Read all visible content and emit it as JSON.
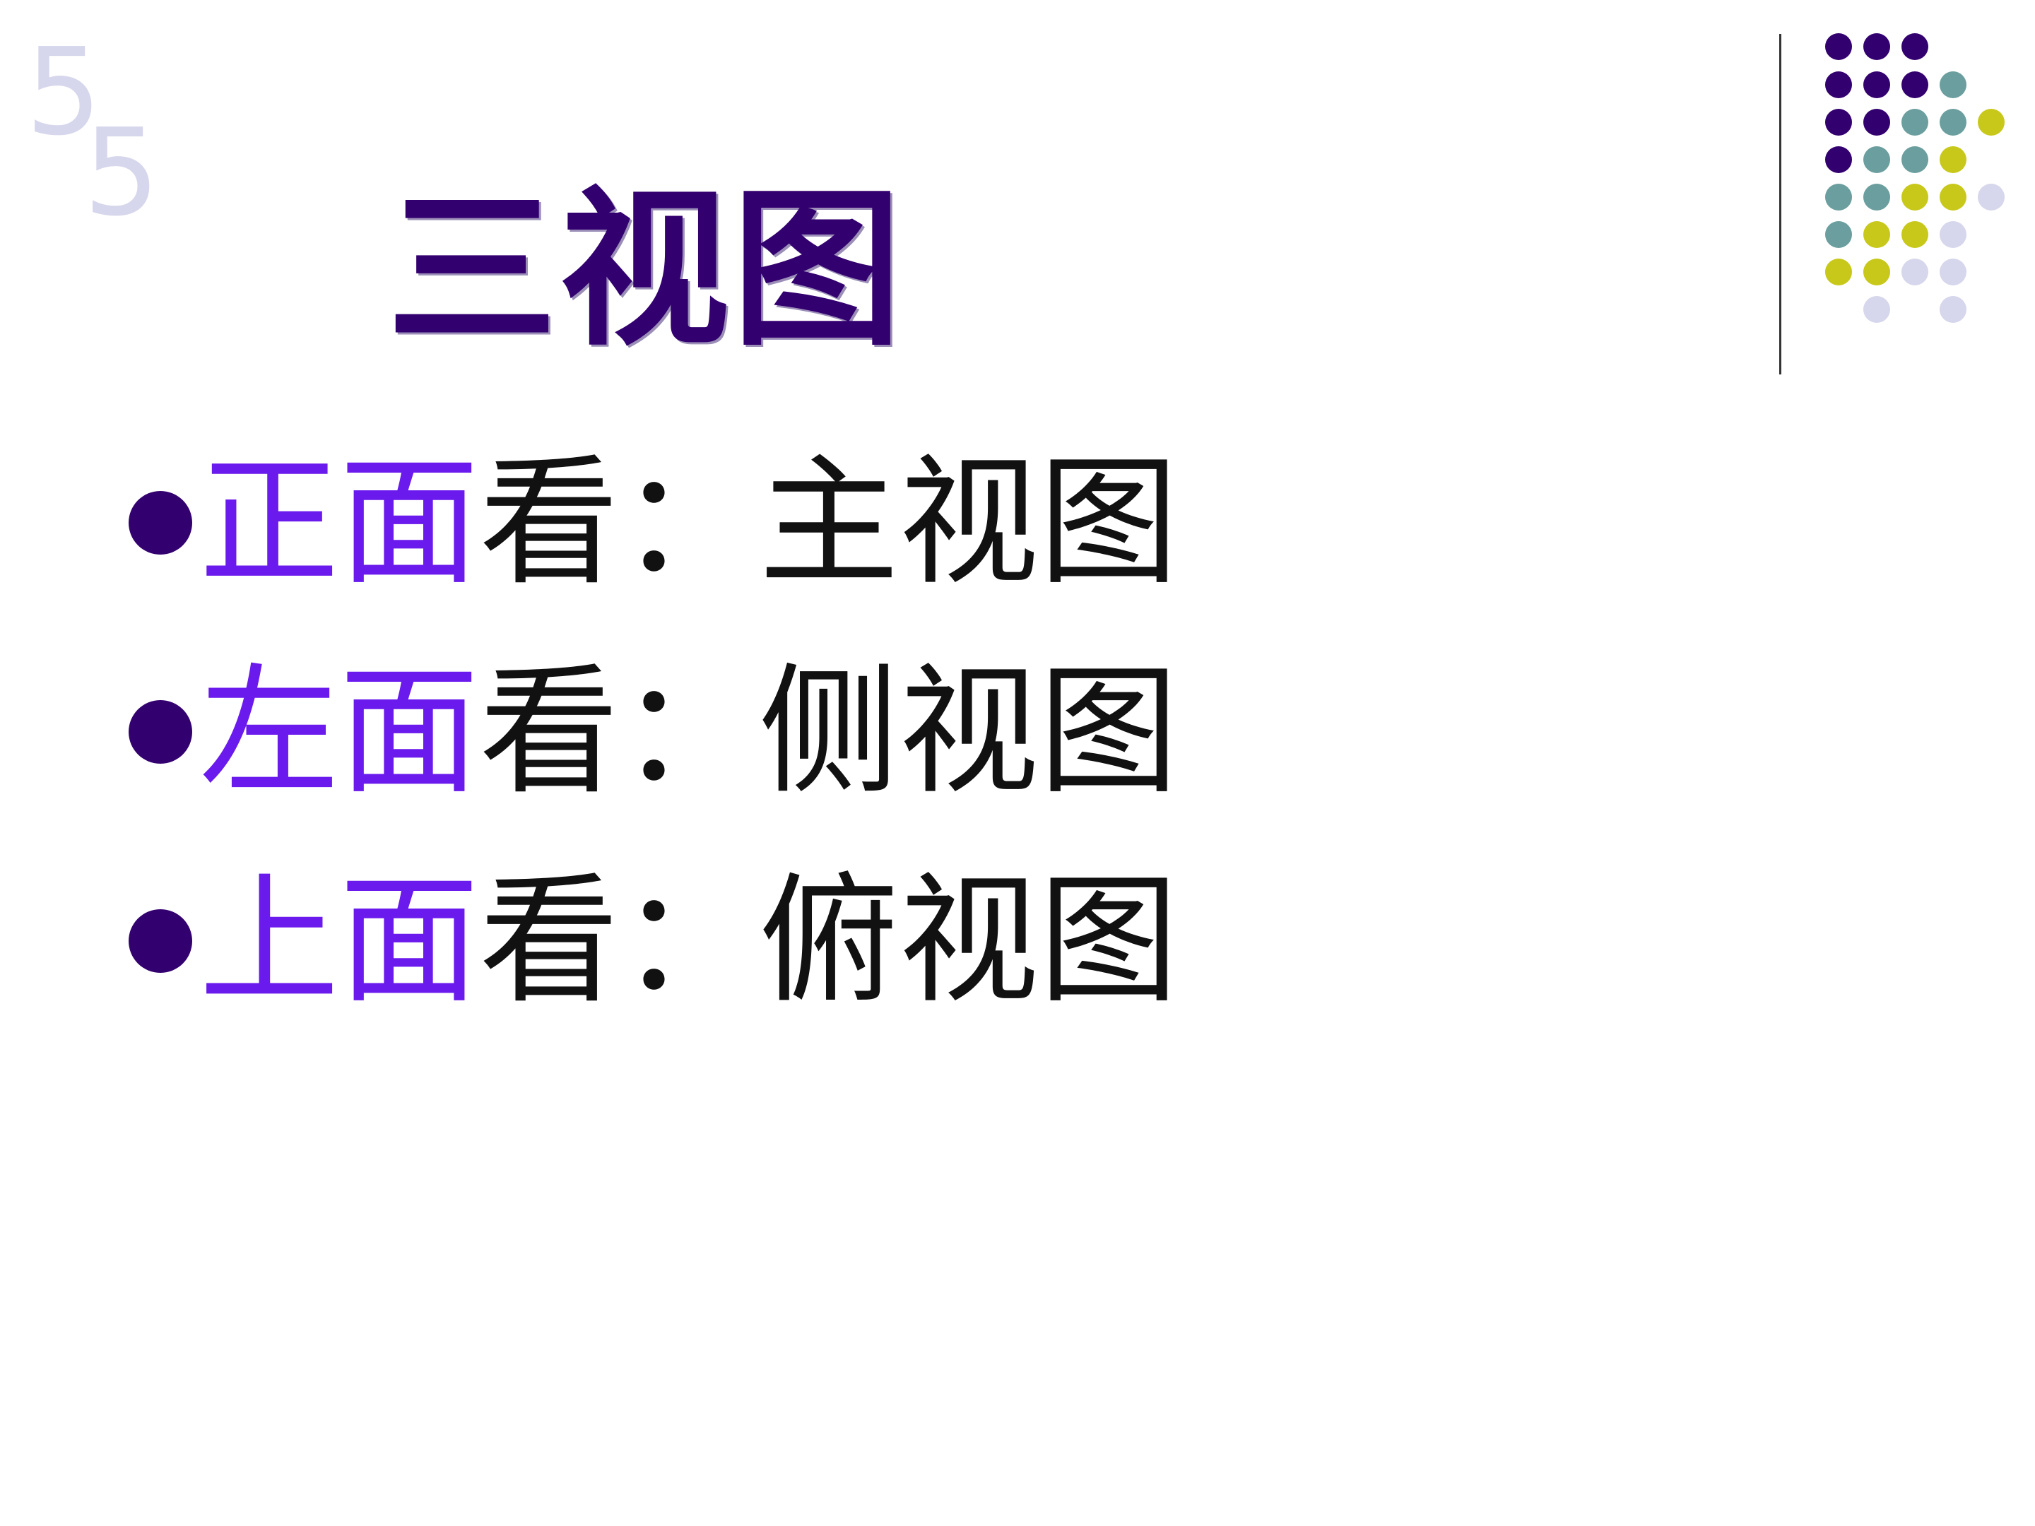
{
  "slide": {
    "number_digits": [
      "5",
      "5"
    ],
    "title": "三视图",
    "accent_colors": {
      "title": "#33006f",
      "highlight": "#6a1aec",
      "dot_purple": "#33006f",
      "dot_teal": "#6b9e9e",
      "dot_lime": "#c8c81a",
      "dot_lavender": "#d6d6ec"
    },
    "bullets": [
      {
        "face": "正面",
        "look": "看：",
        "view": "主视图"
      },
      {
        "face": "左面",
        "look": "看：",
        "view": "侧视图"
      },
      {
        "face": "上面",
        "look": "看：",
        "view": "俯视图"
      }
    ]
  }
}
